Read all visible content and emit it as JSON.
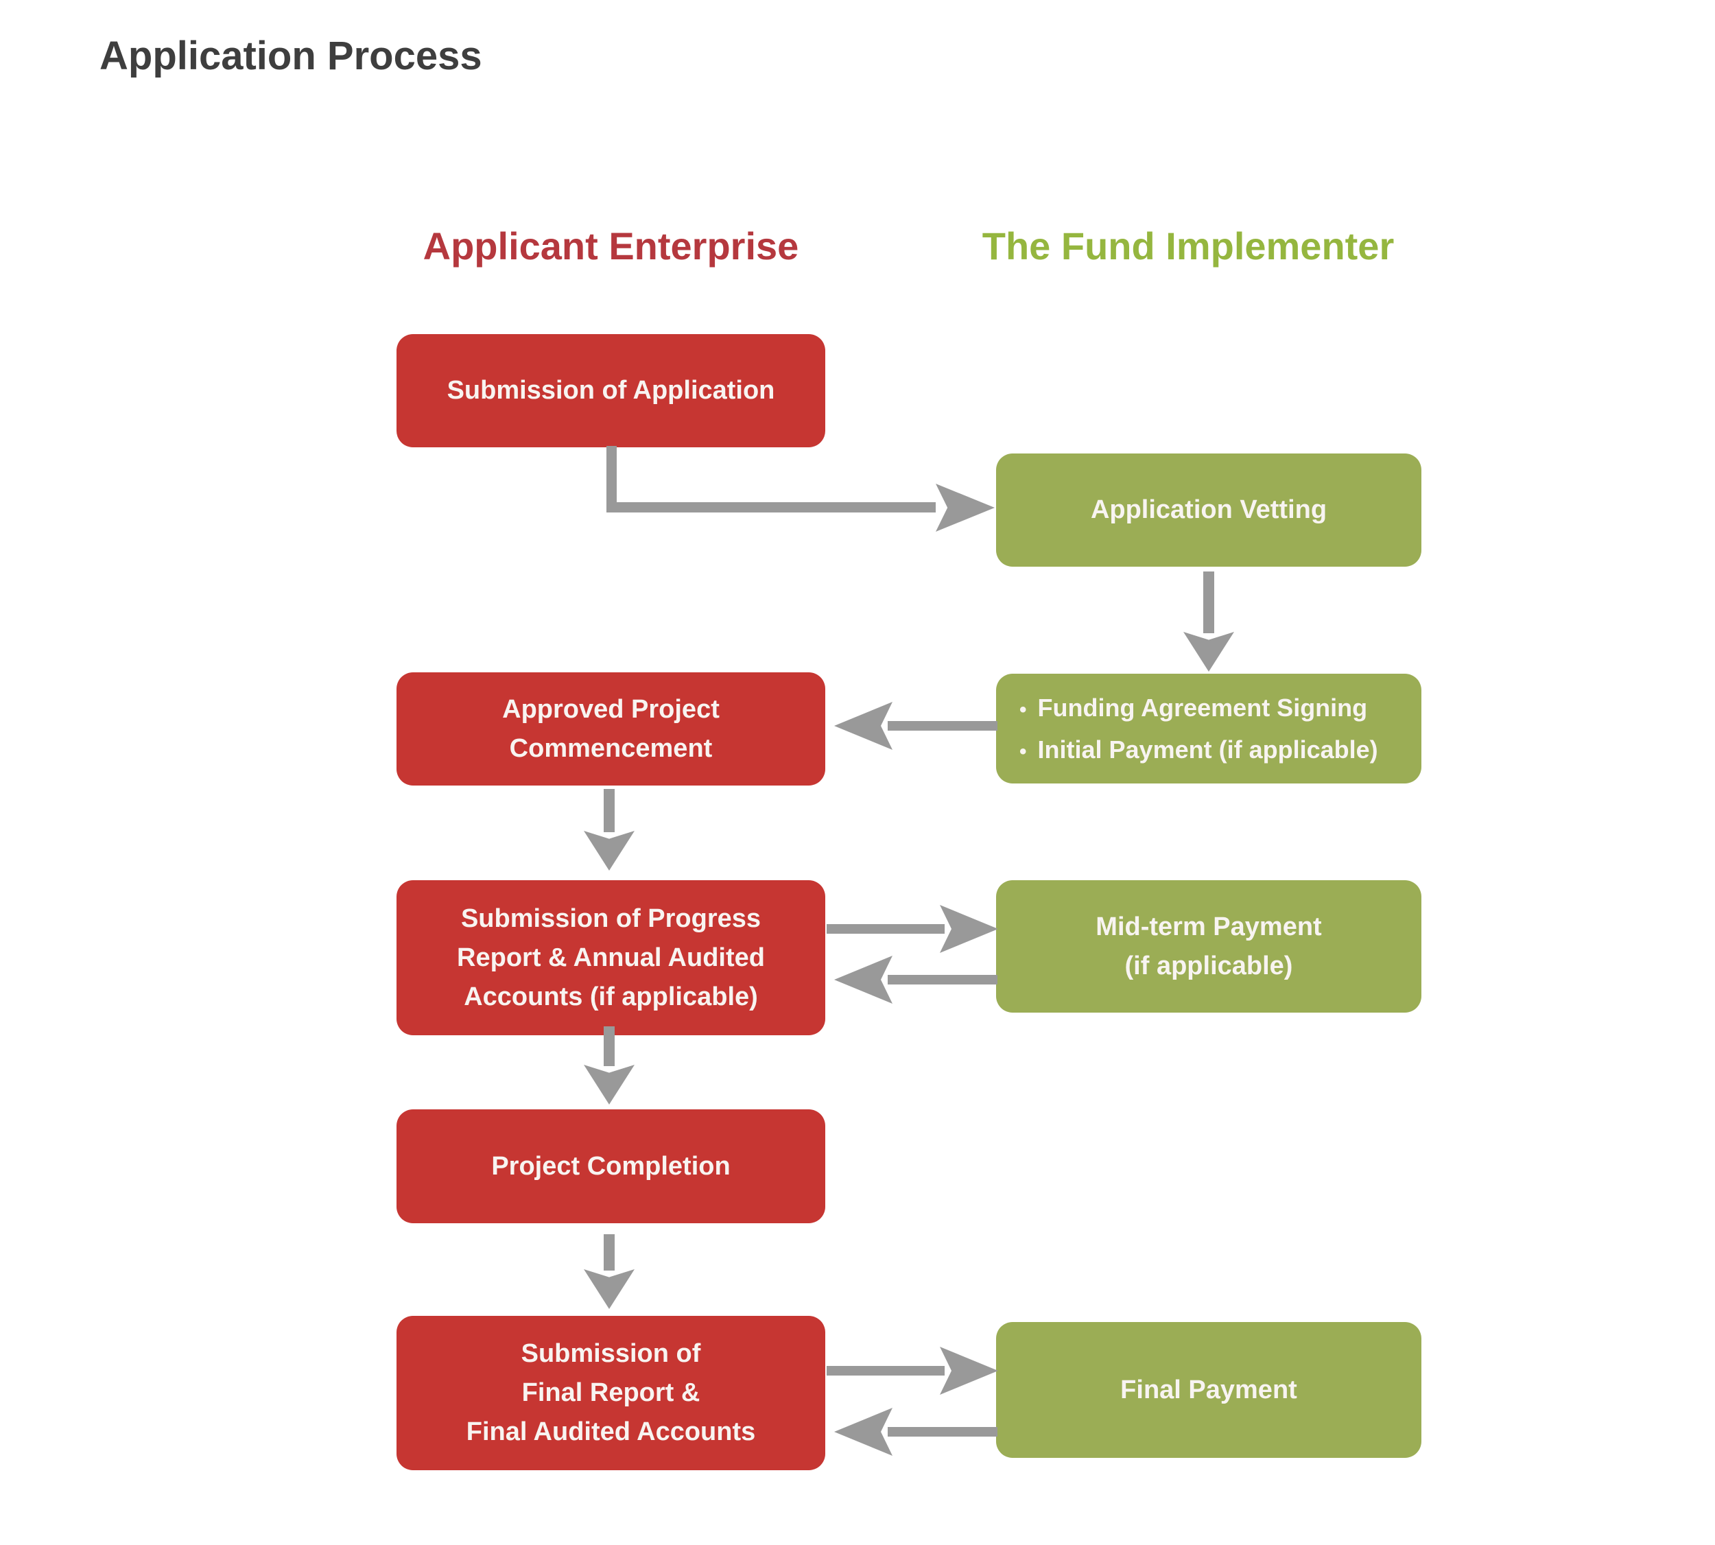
{
  "title": {
    "text": "Application Process"
  },
  "columns": {
    "applicant": {
      "label": "Applicant Enterprise",
      "color": "#B5383E"
    },
    "implementer": {
      "label": "The Fund Implementer",
      "color": "#95B63F"
    }
  },
  "bullet_char": "•",
  "boxes": {
    "submission_application": {
      "label": "Submission of Application"
    },
    "application_vetting": {
      "label": "Application Vetting"
    },
    "approved_commencement": {
      "lines": [
        "Approved Project",
        "Commencement"
      ]
    },
    "funding_signing": {
      "bullets": [
        "Funding Agreement Signing",
        "Initial Payment (if applicable)"
      ]
    },
    "progress_report": {
      "lines": [
        "Submission of Progress",
        "Report & Annual Audited",
        "Accounts (if applicable)"
      ]
    },
    "midterm_payment": {
      "lines": [
        "Mid-term Payment",
        "(if applicable)"
      ]
    },
    "project_completion": {
      "label": "Project Completion"
    },
    "final_report": {
      "lines": [
        "Submission of",
        "Final Report &",
        "Final Audited Accounts"
      ]
    },
    "final_payment": {
      "label": "Final Payment"
    }
  },
  "colors": {
    "red_box": "#C63632",
    "green_box": "#9BAD55",
    "arrow": "#999999",
    "title_text": "#3E3E3E"
  }
}
